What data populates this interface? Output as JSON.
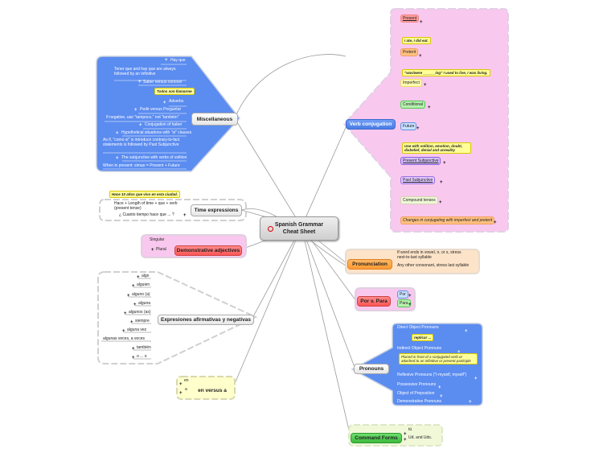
{
  "central": {
    "title_line1": "Spanish Grammar",
    "title_line2": "Cheat Sheet"
  },
  "miscellaneous": {
    "label": "Miscellaneous",
    "items": [
      "Hay que",
      "Tener que and hay que are always followed by an infinitive",
      "Saber versus conocer",
      "Adverbs",
      "Pedir versus Preguntar",
      "If negative, use \"tampoco,\" not \"también\"",
      "Conjugation of haber",
      "Hypothetical situations with \"si\" clauses",
      "As if, \"como si\" is introduce contrary-to-fact statements is followed by Past Subjunctive",
      "The subjunctive with verbs of volition",
      "When in present: simao = Present + Future"
    ],
    "note": "Todos son llamarme"
  },
  "tiempo": {
    "label": "Time expressions",
    "note": "Hace 10 años que vivo en esta ciudad.",
    "items": [
      "Hace + Length of time + que + verb (present tense)",
      "¿ Cuanto tiempo hace que ... ?"
    ]
  },
  "demonstrative": {
    "label": "Demonstrative adjectives",
    "items": [
      "Singular",
      "Plural"
    ]
  },
  "expresiones": {
    "label": "Expresiones afirmativas y negativas",
    "items": [
      "algo",
      "alguien",
      "alguno (a)",
      "alguna",
      "algunos (as)",
      "siempre",
      "alguna vez",
      "algunas veces, a veces",
      "también",
      "o ... o"
    ]
  },
  "en_versus_a": {
    "label": "en versus a",
    "items": [
      "en",
      "a"
    ]
  },
  "verb_conjugation": {
    "label": "Verb conjugation",
    "items": [
      "Present",
      "Preterit",
      "Imperfect",
      "Conditional",
      "Future",
      "Present Subjunctive",
      "Past Subjunctive",
      "Compound tenses",
      "Changes in conjugating with imperfect and preterit"
    ],
    "notes": [
      "I ate, I did eat.",
      "\"was/were ______ing\" I used to live, I was living.",
      "Use with volition, emotion, doubt, disbelief, denial and unreality"
    ]
  },
  "pronunciation": {
    "label": "Pronunciation",
    "items": [
      "If word ends in vowel, n, or s, stress next-to-last syllable",
      "Any other consonant, stress last syllable"
    ]
  },
  "por_para": {
    "label": "Por v. Para",
    "items": [
      "Por",
      "Para"
    ]
  },
  "pronouns": {
    "label": "Pronouns",
    "items": [
      "Direct Object Pronouns",
      "Indirect Object Pronouns",
      "Reflexive Pronouns (\"I-myself, myself\")",
      "Possessive Pronouns",
      "Object of Preposition",
      "Demonstrative Pronouns"
    ],
    "notes": [
      "replicar ...",
      "Placed in front of a conjugated verb or attached to an infinitive or present participle"
    ]
  },
  "command_forms": {
    "label": "Command Forms",
    "items": [
      "tú",
      "Ud. and Uds."
    ]
  },
  "colors": {
    "blue": "#5b8cf0",
    "pink": "#f9c8ee",
    "yellow": "#ffff99",
    "orange": "#ffa64d",
    "red": "#ff6b6b",
    "green": "#4ccb4c",
    "cream": "#f0f8d8",
    "peach": "#fde3c8"
  }
}
